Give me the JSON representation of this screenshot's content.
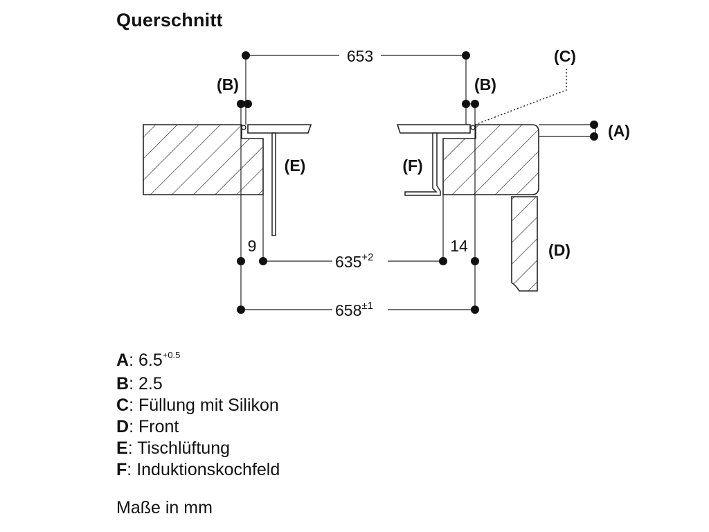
{
  "title": "Querschnitt",
  "dimensions": {
    "top": "653",
    "cut_left": "9",
    "cut_right": "14",
    "cutout_width": "635",
    "cutout_tol": "+2",
    "outer_width": "658",
    "outer_tol": "±1"
  },
  "callouts": {
    "a": "(A)",
    "b_left": "(B)",
    "b_right": "(B)",
    "c": "(C)",
    "d": "(D)",
    "e": "(E)",
    "f": "(F)"
  },
  "legend": [
    {
      "key": "A",
      "sep": ": ",
      "value": "6.5",
      "sup": "+0.5"
    },
    {
      "key": "B",
      "sep": ": ",
      "value": "2.5",
      "sup": ""
    },
    {
      "key": "C",
      "sep": ": ",
      "value": "Füllung mit Silikon",
      "sup": ""
    },
    {
      "key": "D",
      "sep": ": ",
      "value": "Front",
      "sup": ""
    },
    {
      "key": "E",
      "sep": ": ",
      "value": "Tischlüftung",
      "sup": ""
    },
    {
      "key": "F",
      "sep": ": ",
      "value": "Induktionskochfeld",
      "sup": ""
    }
  ],
  "units_note": "Maße in mm"
}
